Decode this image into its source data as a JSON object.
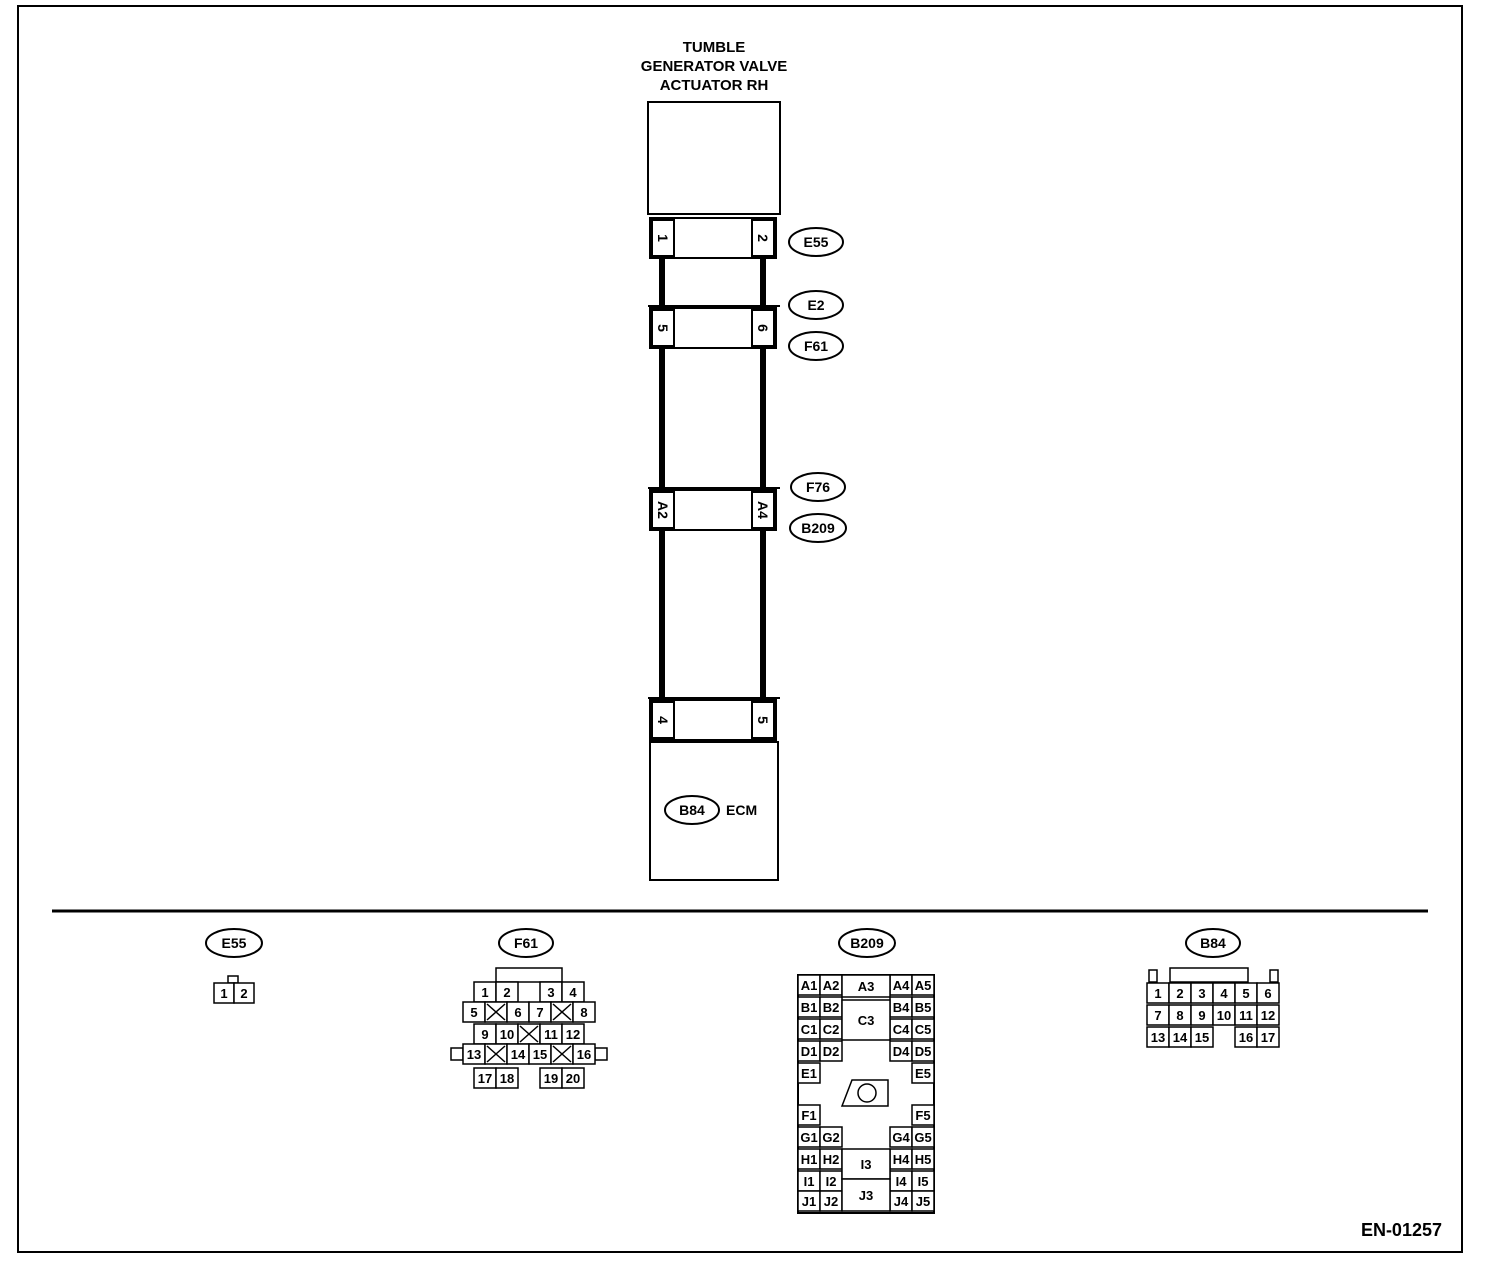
{
  "component": {
    "title_lines": [
      "TUMBLE",
      "GENERATOR VALVE",
      "ACTUATOR RH"
    ]
  },
  "ecm": {
    "tag": "B84",
    "label": "ECM"
  },
  "connectors": [
    {
      "pins": [
        "1",
        "2"
      ],
      "tags": [
        "E55"
      ]
    },
    {
      "pins": [
        "5",
        "6"
      ],
      "tags": [
        "E2",
        "F61"
      ]
    },
    {
      "pins": [
        "A2",
        "A4"
      ],
      "tags": [
        "F76",
        "B209"
      ]
    },
    {
      "pins": [
        "4",
        "5"
      ],
      "tags": []
    }
  ],
  "connector_views": {
    "e55": {
      "tag": "E55",
      "pins": [
        "1",
        "2"
      ]
    },
    "f61": {
      "tag": "F61",
      "rows": [
        [
          "1",
          "2",
          "",
          "3",
          "4"
        ],
        [
          "5",
          "",
          "6",
          "7",
          "",
          "8"
        ],
        [
          "9",
          "10",
          "",
          "11",
          "12"
        ],
        [
          "13",
          "",
          "14",
          "15",
          "",
          "16"
        ],
        [
          "17",
          "18",
          "19",
          "20"
        ]
      ]
    },
    "b209": {
      "tag": "B209",
      "left": [
        "A1",
        "A2",
        "B1",
        "B2",
        "C1",
        "C2",
        "D1",
        "D2",
        "E1",
        "F1",
        "G1",
        "G2",
        "H1",
        "H2",
        "I1",
        "I2",
        "J1",
        "J2"
      ],
      "middle": [
        "A3",
        "C3",
        "I3",
        "J3"
      ],
      "right": [
        "A4",
        "A5",
        "B4",
        "B5",
        "C4",
        "C5",
        "D4",
        "D5",
        "E5",
        "F5",
        "G4",
        "G5",
        "H4",
        "H5",
        "I4",
        "I5",
        "J4",
        "J5"
      ]
    },
    "b84": {
      "tag": "B84",
      "rows": [
        [
          "1",
          "2",
          "3",
          "4",
          "5",
          "6"
        ],
        [
          "7",
          "8",
          "9",
          "10",
          "11",
          "12"
        ],
        [
          "13",
          "14",
          "15",
          "16",
          "17"
        ]
      ]
    }
  },
  "figure_code": "EN-01257"
}
